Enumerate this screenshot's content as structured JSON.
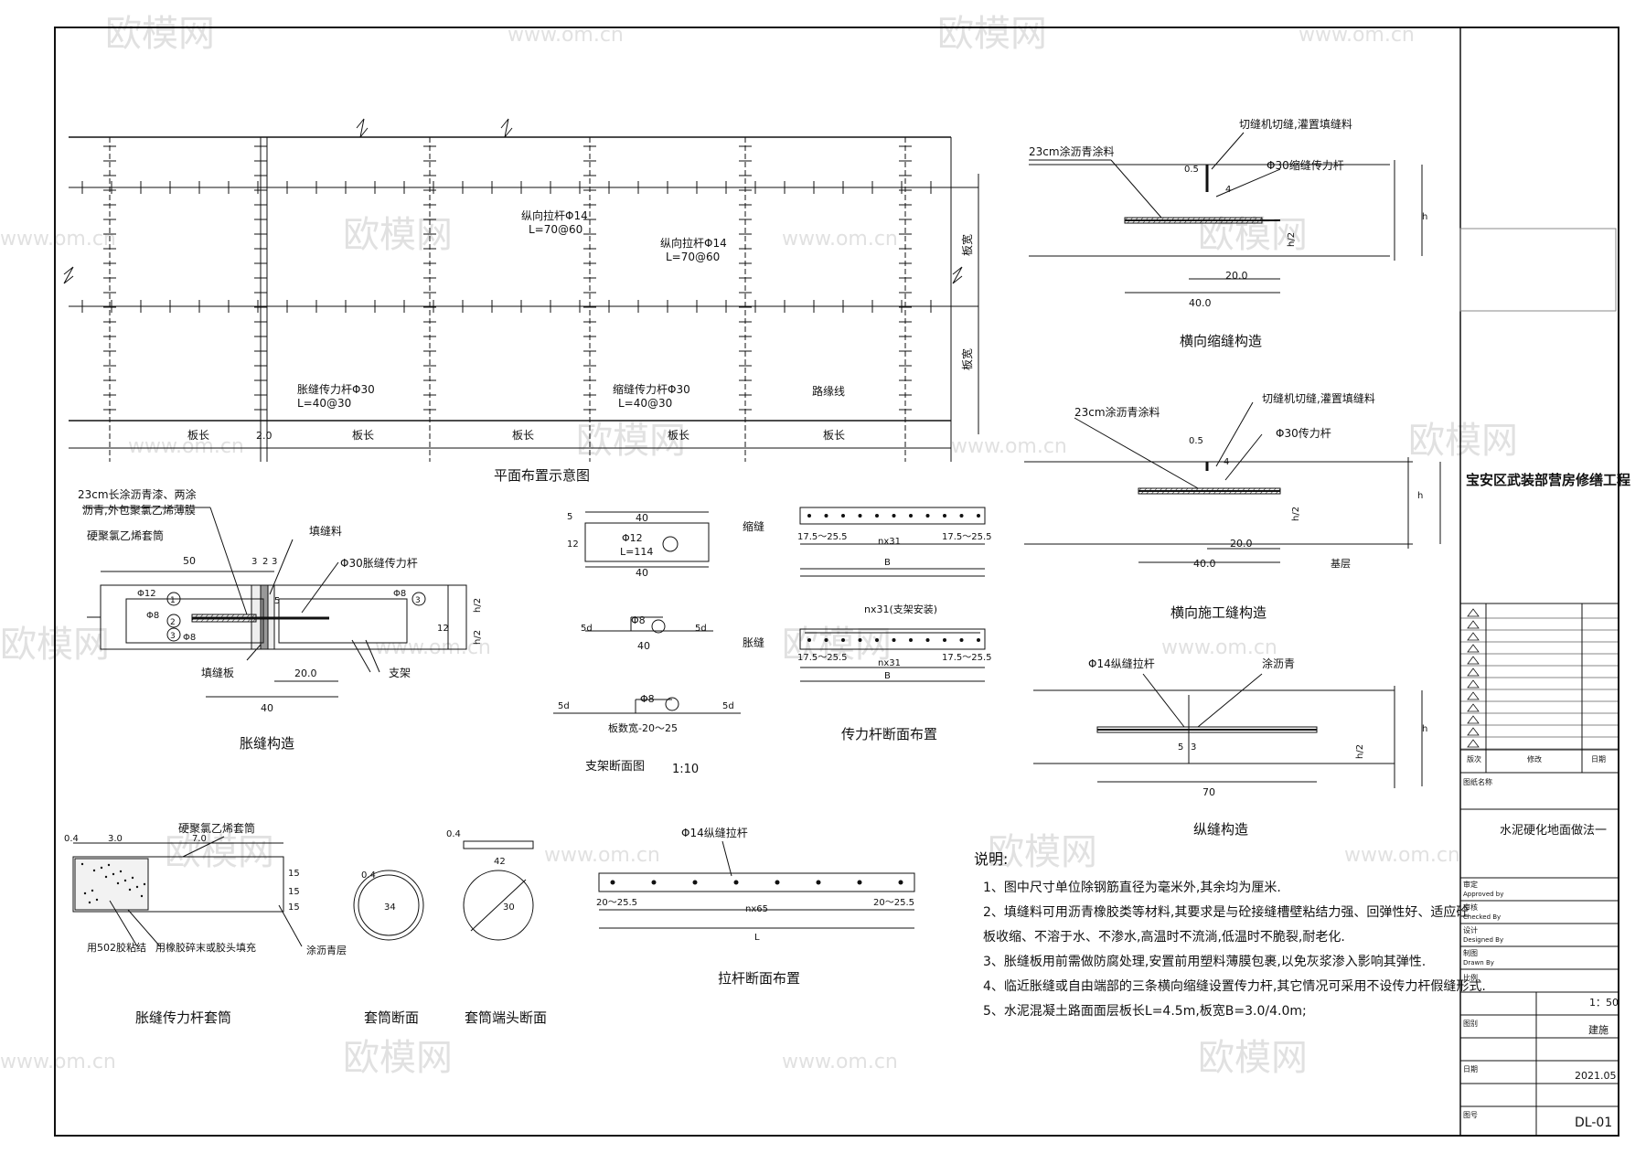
{
  "watermark": {
    "brand": "欧模网",
    "url": "www.om.cn"
  },
  "plan": {
    "title": "平面布置示意图",
    "rebar_long_1": "纵向拉杆Φ14",
    "rebar_long_1_spacing": "L=70@60",
    "rebar_long_2": "纵向拉杆Φ14",
    "rebar_long_2_spacing": "L=70@60",
    "dowel_1": "胀缝传力杆Φ30",
    "dowel_1_spacing": "L=40@30",
    "dowel_2": "缩缝传力杆Φ30",
    "dowel_2_spacing": "L=40@30",
    "curb": "路缘线",
    "slab_width_1": "板宽",
    "slab_width_2": "板宽",
    "slab_len": "板长",
    "gap": "2.0"
  },
  "expansion_joint": {
    "title": "胀缝构造",
    "note_sleeve": "23cm长涂沥青漆、两涂",
    "note_sleeve_2": "沥青,外包聚氯乙烯薄膜",
    "note_pvc": "硬聚氯乙烯套筒",
    "joint_filler": "填缝料",
    "dowel": "Φ30胀缝传力杆",
    "filler_board": "填缝板",
    "support": "支架",
    "dim_50": "50",
    "dim_20": "20.0",
    "dim_40": "40",
    "dim_3": "3",
    "dim_2": "2",
    "dim_5": "5",
    "dim_12": "12",
    "bar_12": "Φ12",
    "bar_8a": "Φ8",
    "bar_8b": "Φ8",
    "bar_8c": "Φ8",
    "num1": "1",
    "num2": "2",
    "num3": "3",
    "h2a": "h/2",
    "h2b": "h/2"
  },
  "support_detail": {
    "title": "支架断面图",
    "scale": "1:10",
    "d40a": "40",
    "d40b": "40",
    "d40c": "40",
    "bar12": "Φ12",
    "len114": "L=114",
    "bar8a": "Φ8",
    "bar8b": "Φ8",
    "d5a": "5d",
    "d5b": "5d",
    "d5c": "5d",
    "d5d": "5d",
    "d12": "12",
    "d5": "5",
    "span": "板数宽-20～25"
  },
  "dowel_layout": {
    "title": "传力杆断面布置",
    "shrink": "缩缝",
    "expand": "胀缝",
    "edge_l": "17.5～25.5",
    "edge_r": "17.5～25.5",
    "edge_l2": "17.5～25.5",
    "edge_r2": "17.5～25.5",
    "nx31": "nx31",
    "nx31b": "nx31(支架安装)",
    "nx31c": "nx31",
    "b1": "B",
    "b2": "B"
  },
  "tie_bar": {
    "title": "拉杆断面布置",
    "label": "Φ14纵缝拉杆",
    "edge_l": "20～25.5",
    "edge_r": "20～25.5",
    "n": "nx65",
    "l": "L"
  },
  "sleeve": {
    "title": "胀缝传力杆套筒",
    "pvc": "硬聚氯乙烯套筒",
    "glue": "用502胶粘结",
    "foam": "用橡胶碎末或胶头填充",
    "asphalt": "涂沥青层",
    "d04": "0.4",
    "d30": "3.0",
    "d70": "7.0",
    "d15a": "15",
    "d15b": "15",
    "d15c": "15"
  },
  "sleeve_section": {
    "title": "套筒断面",
    "d": "34",
    "t": "0.4"
  },
  "sleeve_end": {
    "title": "套筒端头断面",
    "d": "42",
    "inner": "30",
    "t": "0.4"
  },
  "transverse_joint": {
    "title": "横向缩缝构造",
    "coat": "23cm涂沥青涂料",
    "saw": "切缝机切缝,灌置填缝料",
    "dowel": "Φ30缩缝传力杆",
    "d05": "0.5",
    "d4": "4",
    "d20": "20.0",
    "d40": "40.0",
    "h": "h",
    "h2": "h/2"
  },
  "construction_joint": {
    "title": "横向施工缝构造",
    "coat": "23cm涂沥青涂料",
    "saw": "切缝机切缝,灌置填缝料",
    "dowel": "Φ30传力杆",
    "d05": "0.5",
    "d4": "4",
    "d20": "20.0",
    "d40": "40.0",
    "base": "基层",
    "h": "h",
    "h2": "h/2"
  },
  "longitudinal_joint": {
    "title": "纵缝构造",
    "tie": "Φ14纵缝拉杆",
    "coat": "涂沥青",
    "d5": "5",
    "d3": "3",
    "d70": "70",
    "h": "h",
    "h2": "h/2"
  },
  "notes": {
    "heading": "说明:",
    "items": [
      "1、图中尺寸单位除钢筋直径为毫米外,其余均为厘米.",
      "2、填缝料可用沥青橡胶类等材料,其要求是与砼接缝槽壁粘结力强、回弹性好、适应砼",
      "    板收缩、不溶于水、不渗水,高温时不流淌,低温时不脆裂,耐老化.",
      "3、胀缝板用前需做防腐处理,安置前用塑料薄膜包裹,以免灰浆渗入影响其弹性.",
      "4、临近胀缝或自由端部的三条横向缩缝设置传力杆,其它情况可采用不设传力杆假缝形式.",
      "5、水泥混凝土路面面层板长L=4.5m,板宽B=3.0/4.0m;"
    ]
  },
  "title_block": {
    "project": "宝安区武装部营房修缮工程",
    "drawing_title": "水泥硬化地面做法一",
    "scale": "1：50",
    "discipline": "建施",
    "date": "2021.05",
    "number": "DL-01",
    "rev_label": "版次",
    "desc_label": "修改",
    "date_label": "日期",
    "drawing_title_label": "图纸名称",
    "approved": "审定",
    "approved_en": "Approved by",
    "checked": "审核",
    "checked_en": "Checked By",
    "designed": "设计",
    "designed_en": "Designed By",
    "drawn": "制图",
    "drawn_en": "Drawn By",
    "scale_label": "比例",
    "sheet_label": "图别",
    "date_lbl": "日期",
    "no_label": "图号"
  }
}
